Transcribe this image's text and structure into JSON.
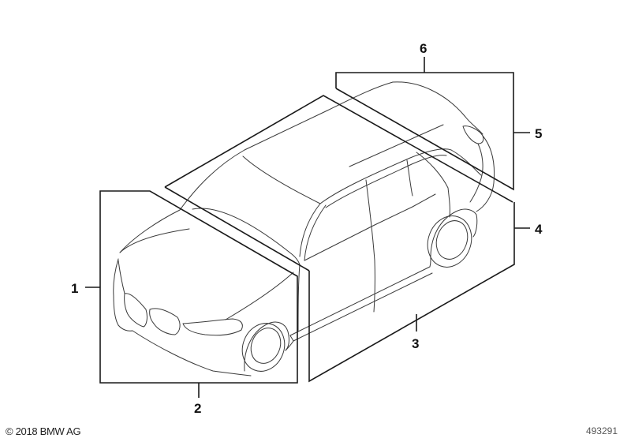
{
  "diagram": {
    "subject": "BMW SUV isometric line drawing divided into labelled zones",
    "callouts": [
      {
        "number": "1",
        "zone": "front side panel"
      },
      {
        "number": "2",
        "zone": "front section"
      },
      {
        "number": "3",
        "zone": "side section"
      },
      {
        "number": "4",
        "zone": "rear side panel"
      },
      {
        "number": "5",
        "zone": "rear section"
      },
      {
        "number": "6",
        "zone": "roof rear section"
      }
    ]
  },
  "footer": {
    "copyright": "© 2018 BMW AG",
    "diagram_id": "493291"
  },
  "colors": {
    "line": "#1a1a1a",
    "car_outline": "#3a3a3a",
    "background": "#ffffff"
  }
}
